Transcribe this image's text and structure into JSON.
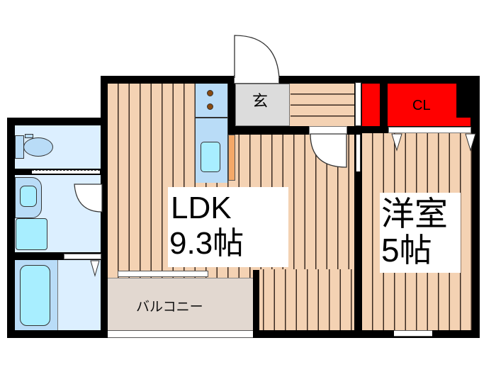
{
  "floorplan": {
    "rooms": {
      "ldk": {
        "name": "LDK",
        "size": "9.3帖"
      },
      "western_room": {
        "name": "洋室",
        "size": "5帖"
      },
      "entrance": {
        "name": "玄"
      },
      "closet": {
        "name": "CL"
      },
      "balcony": {
        "name": "バルコニー"
      }
    },
    "colors": {
      "wall": "#000000",
      "floor": "#f4d2b3",
      "wet_area": "#dcefff",
      "closet": "#ff0000",
      "entrance": "#dcdcdc",
      "balcony": "#e2d8d0"
    }
  }
}
